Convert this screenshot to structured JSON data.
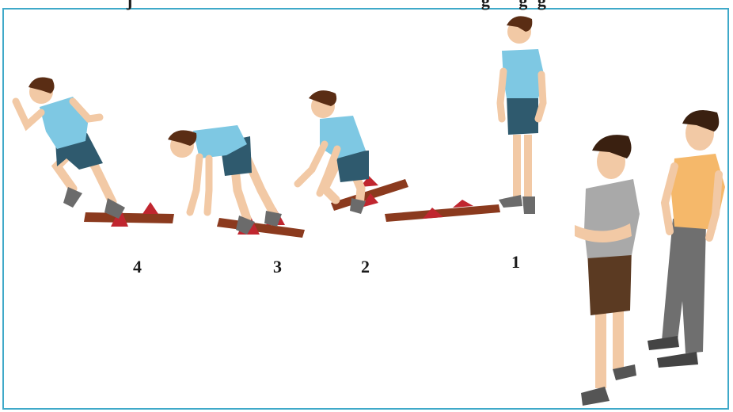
{
  "header": {
    "left_fragment": "j",
    "right_fragment": "g      g  g"
  },
  "steps": [
    {
      "label": "4"
    },
    {
      "label": "3"
    },
    {
      "label": "2"
    },
    {
      "label": "1"
    }
  ],
  "colors": {
    "frame": "#3fa9c9",
    "shirt_blue": "#7ec8e3",
    "shorts_navy": "#2f5a6e",
    "board_brown": "#8b3a1e",
    "block_red": "#c0262f",
    "skin": "#f2c9a5",
    "hair": "#5a2d14",
    "shoe_grey": "#6b6b6b",
    "shirt_grey": "#a9a9a9",
    "shorts_brown": "#5b3a22",
    "shirt_yellow": "#f5b86a",
    "trousers_grey": "#6f6f6f"
  }
}
